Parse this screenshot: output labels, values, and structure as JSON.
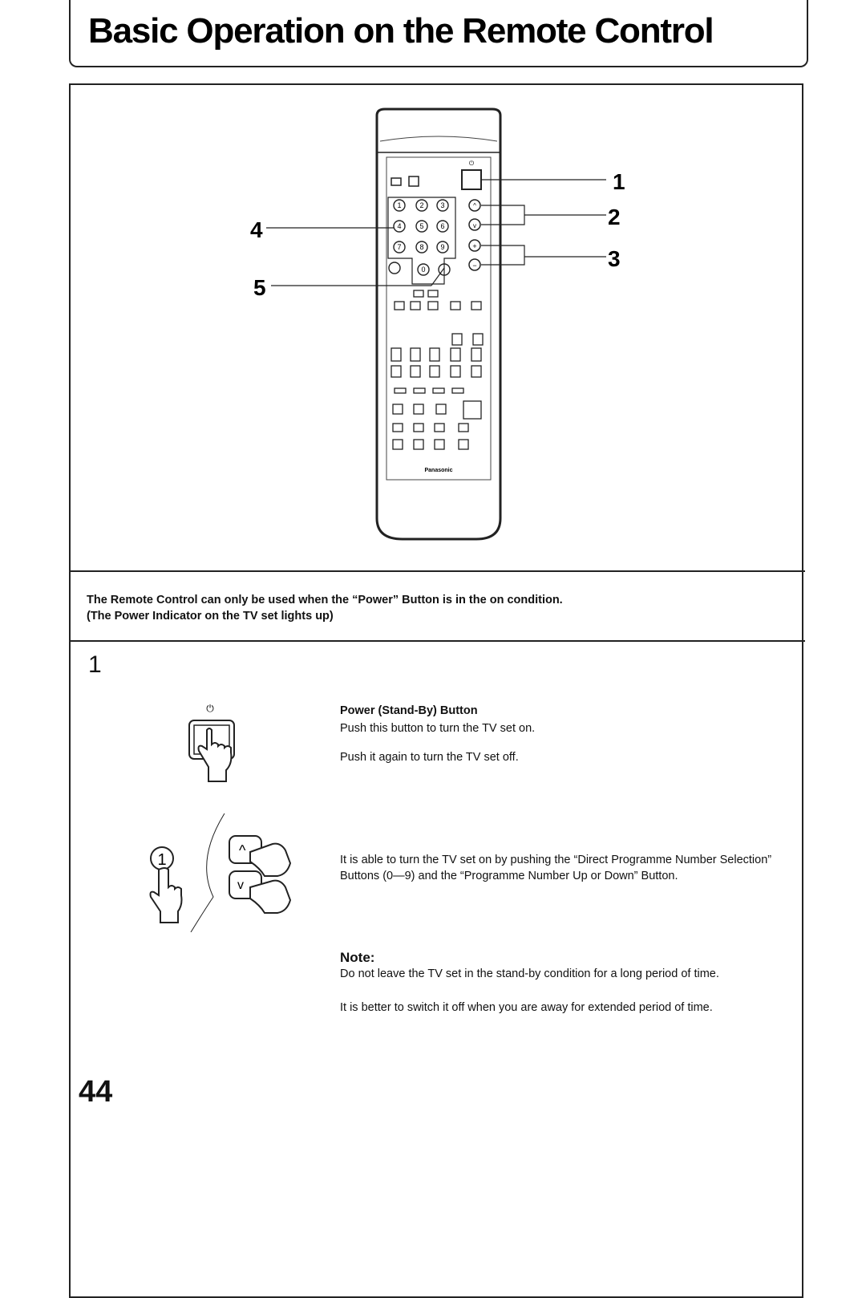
{
  "page": {
    "title": "Basic Operation on the Remote Control",
    "page_number": "44"
  },
  "remote": {
    "brand": "Panasonic",
    "callouts": [
      "1",
      "2",
      "3",
      "4",
      "5"
    ],
    "number_keys": [
      "1",
      "2",
      "3",
      "4",
      "5",
      "6",
      "7",
      "8",
      "9",
      "0"
    ]
  },
  "notice": {
    "line1": "The Remote Control can only be used when the “Power” Button is in the on condition.",
    "line2": "(The Power Indicator on the TV set lights up)"
  },
  "step1": {
    "number": "1",
    "power_title": "Power (Stand-By) Button",
    "power_line1": "Push this button to turn the TV set on.",
    "power_line2": "Push it again to turn the TV set off.",
    "direct_text": "It is able to turn the TV set on by pushing the “Direct Programme Number Selection” Buttons (0—9) and the “Programme Number Up or Down” Button.",
    "note_heading": "Note:",
    "note_text1": "Do not leave the TV set in the stand-by condition for a long period of time.",
    "note_text2": "It is better to switch it off when you are away for extended period of time.",
    "icon_digit": "1"
  },
  "icons": [
    "power-icon",
    "hand-press-icon",
    "up-arrow-icon",
    "down-arrow-icon"
  ]
}
